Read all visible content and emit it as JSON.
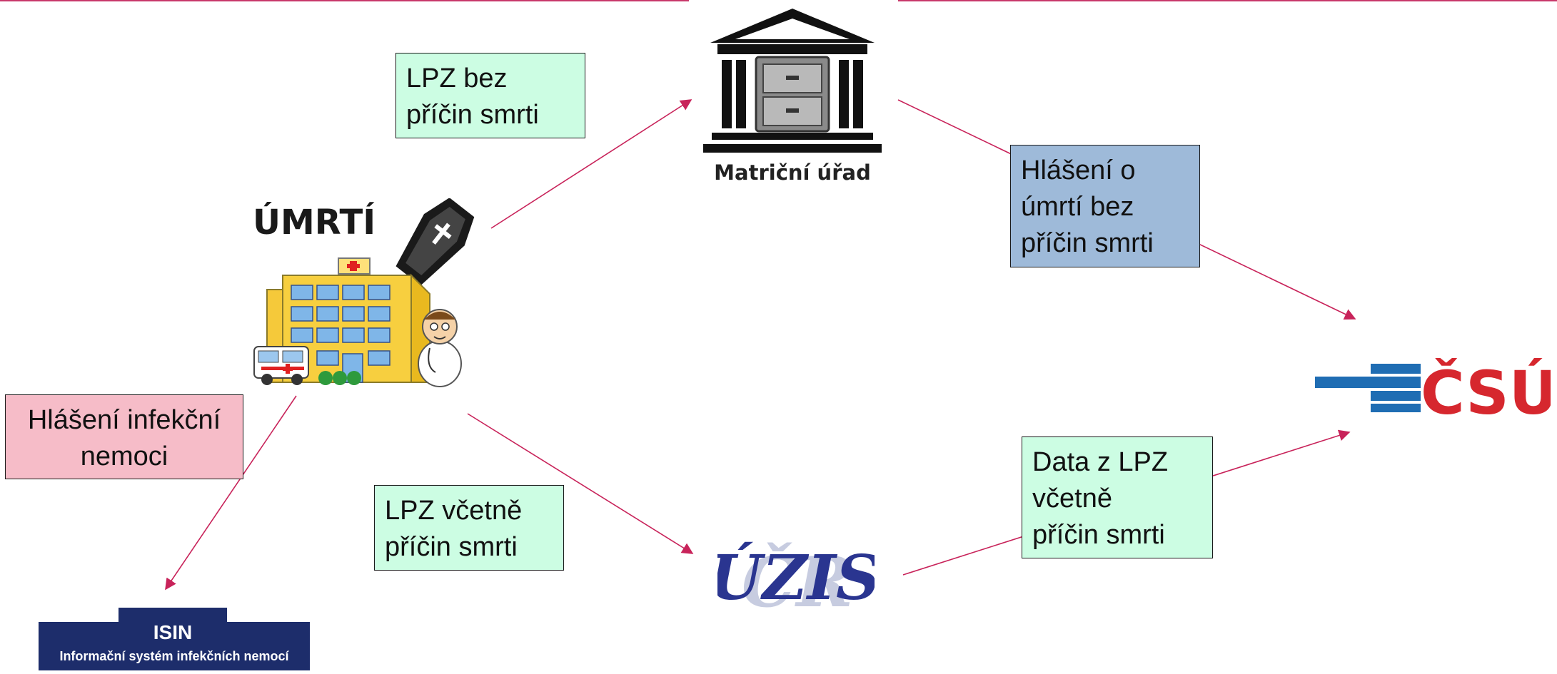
{
  "colors": {
    "arrow": "#c8235a",
    "green_box": "#ccfde3",
    "blue_box": "#9ebad9",
    "pink_box": "#f6bcc8",
    "csu_blue": "#1f6db3",
    "csu_red": "#d6272e",
    "isin_navy": "#1d2d6b",
    "uzis_blue": "#2a3590"
  },
  "nodes": {
    "umrti": {
      "label": "ÚMRTÍ",
      "icon": "hospital-coffin-icon"
    },
    "matrika": {
      "label": "Matriční úřad",
      "icon": "registry-building-icon"
    },
    "csu": {
      "label": "ČSÚ",
      "icon": "csu-logo"
    },
    "uzis": {
      "label": "ÚZIS",
      "icon": "uzis-logo"
    },
    "isin": {
      "title": "ISIN",
      "subtitle": "Informační systém infekčních nemocí",
      "icon": "isin-logo"
    }
  },
  "boxes": {
    "lpz_bez": {
      "lines": [
        "LPZ  bez",
        "příčin smrti"
      ]
    },
    "hlaseni_umrti": {
      "lines": [
        "Hlášení o",
        "úmrtí bez",
        "příčin smrti"
      ]
    },
    "hlaseni_infekcni": {
      "lines": [
        "Hlášení infekční",
        "nemoci"
      ]
    },
    "lpz_vcetne": {
      "lines": [
        "LPZ včetně",
        "příčin smrti"
      ]
    },
    "data_lpz": {
      "lines": [
        "Data z LPZ",
        "včetně",
        "příčin smrti"
      ]
    }
  }
}
